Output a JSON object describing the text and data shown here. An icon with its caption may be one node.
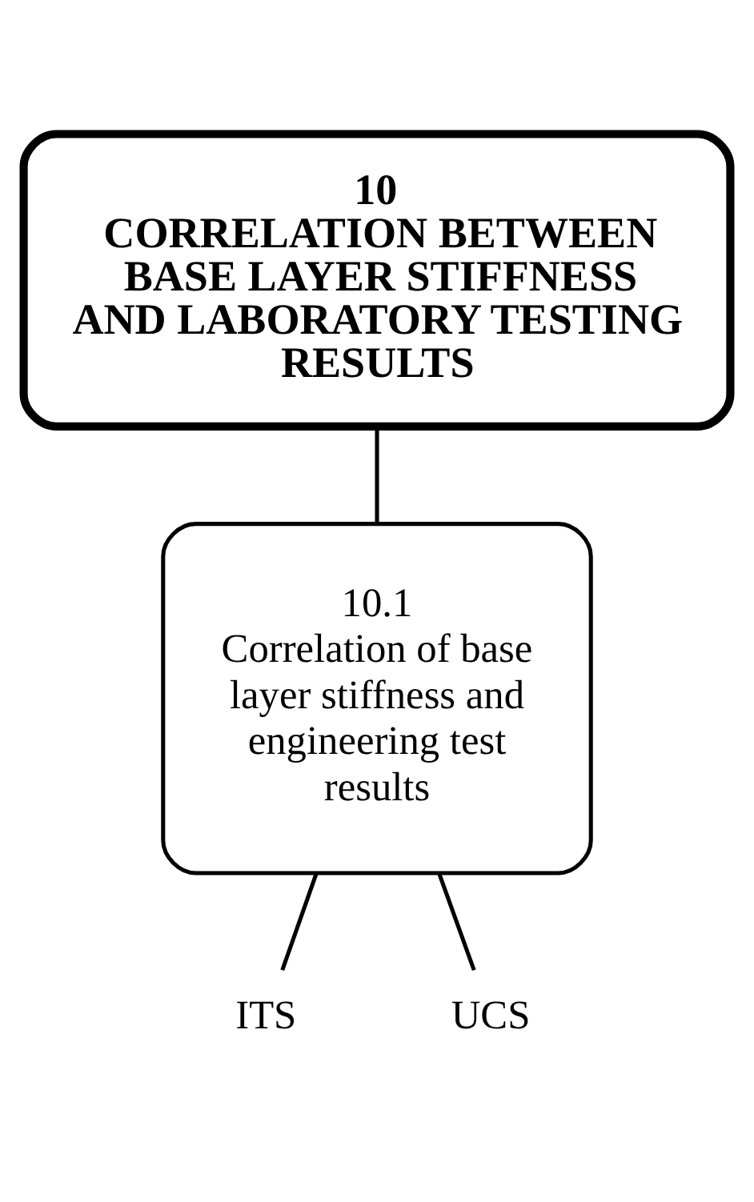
{
  "diagram": {
    "nodes": [
      {
        "text": [
          "10",
          "CORRELATION BETWEEN BASE LAYER STIFFNESS AND LABORATORY TESTING RESULTS"
        ]
      },
      {
        "text": [
          "10.1",
          "Correlation of base layer stiffness and engineering test results"
        ]
      },
      {
        "text": [
          "ITS"
        ]
      },
      {
        "text": [
          "UCS"
        ]
      }
    ],
    "edges": [
      {
        "from": 0,
        "to": 1,
        "arrow": "none"
      },
      {
        "from": 1,
        "to": 2,
        "arrow": "none"
      },
      {
        "from": 1,
        "to": 3,
        "arrow": "none"
      }
    ]
  }
}
